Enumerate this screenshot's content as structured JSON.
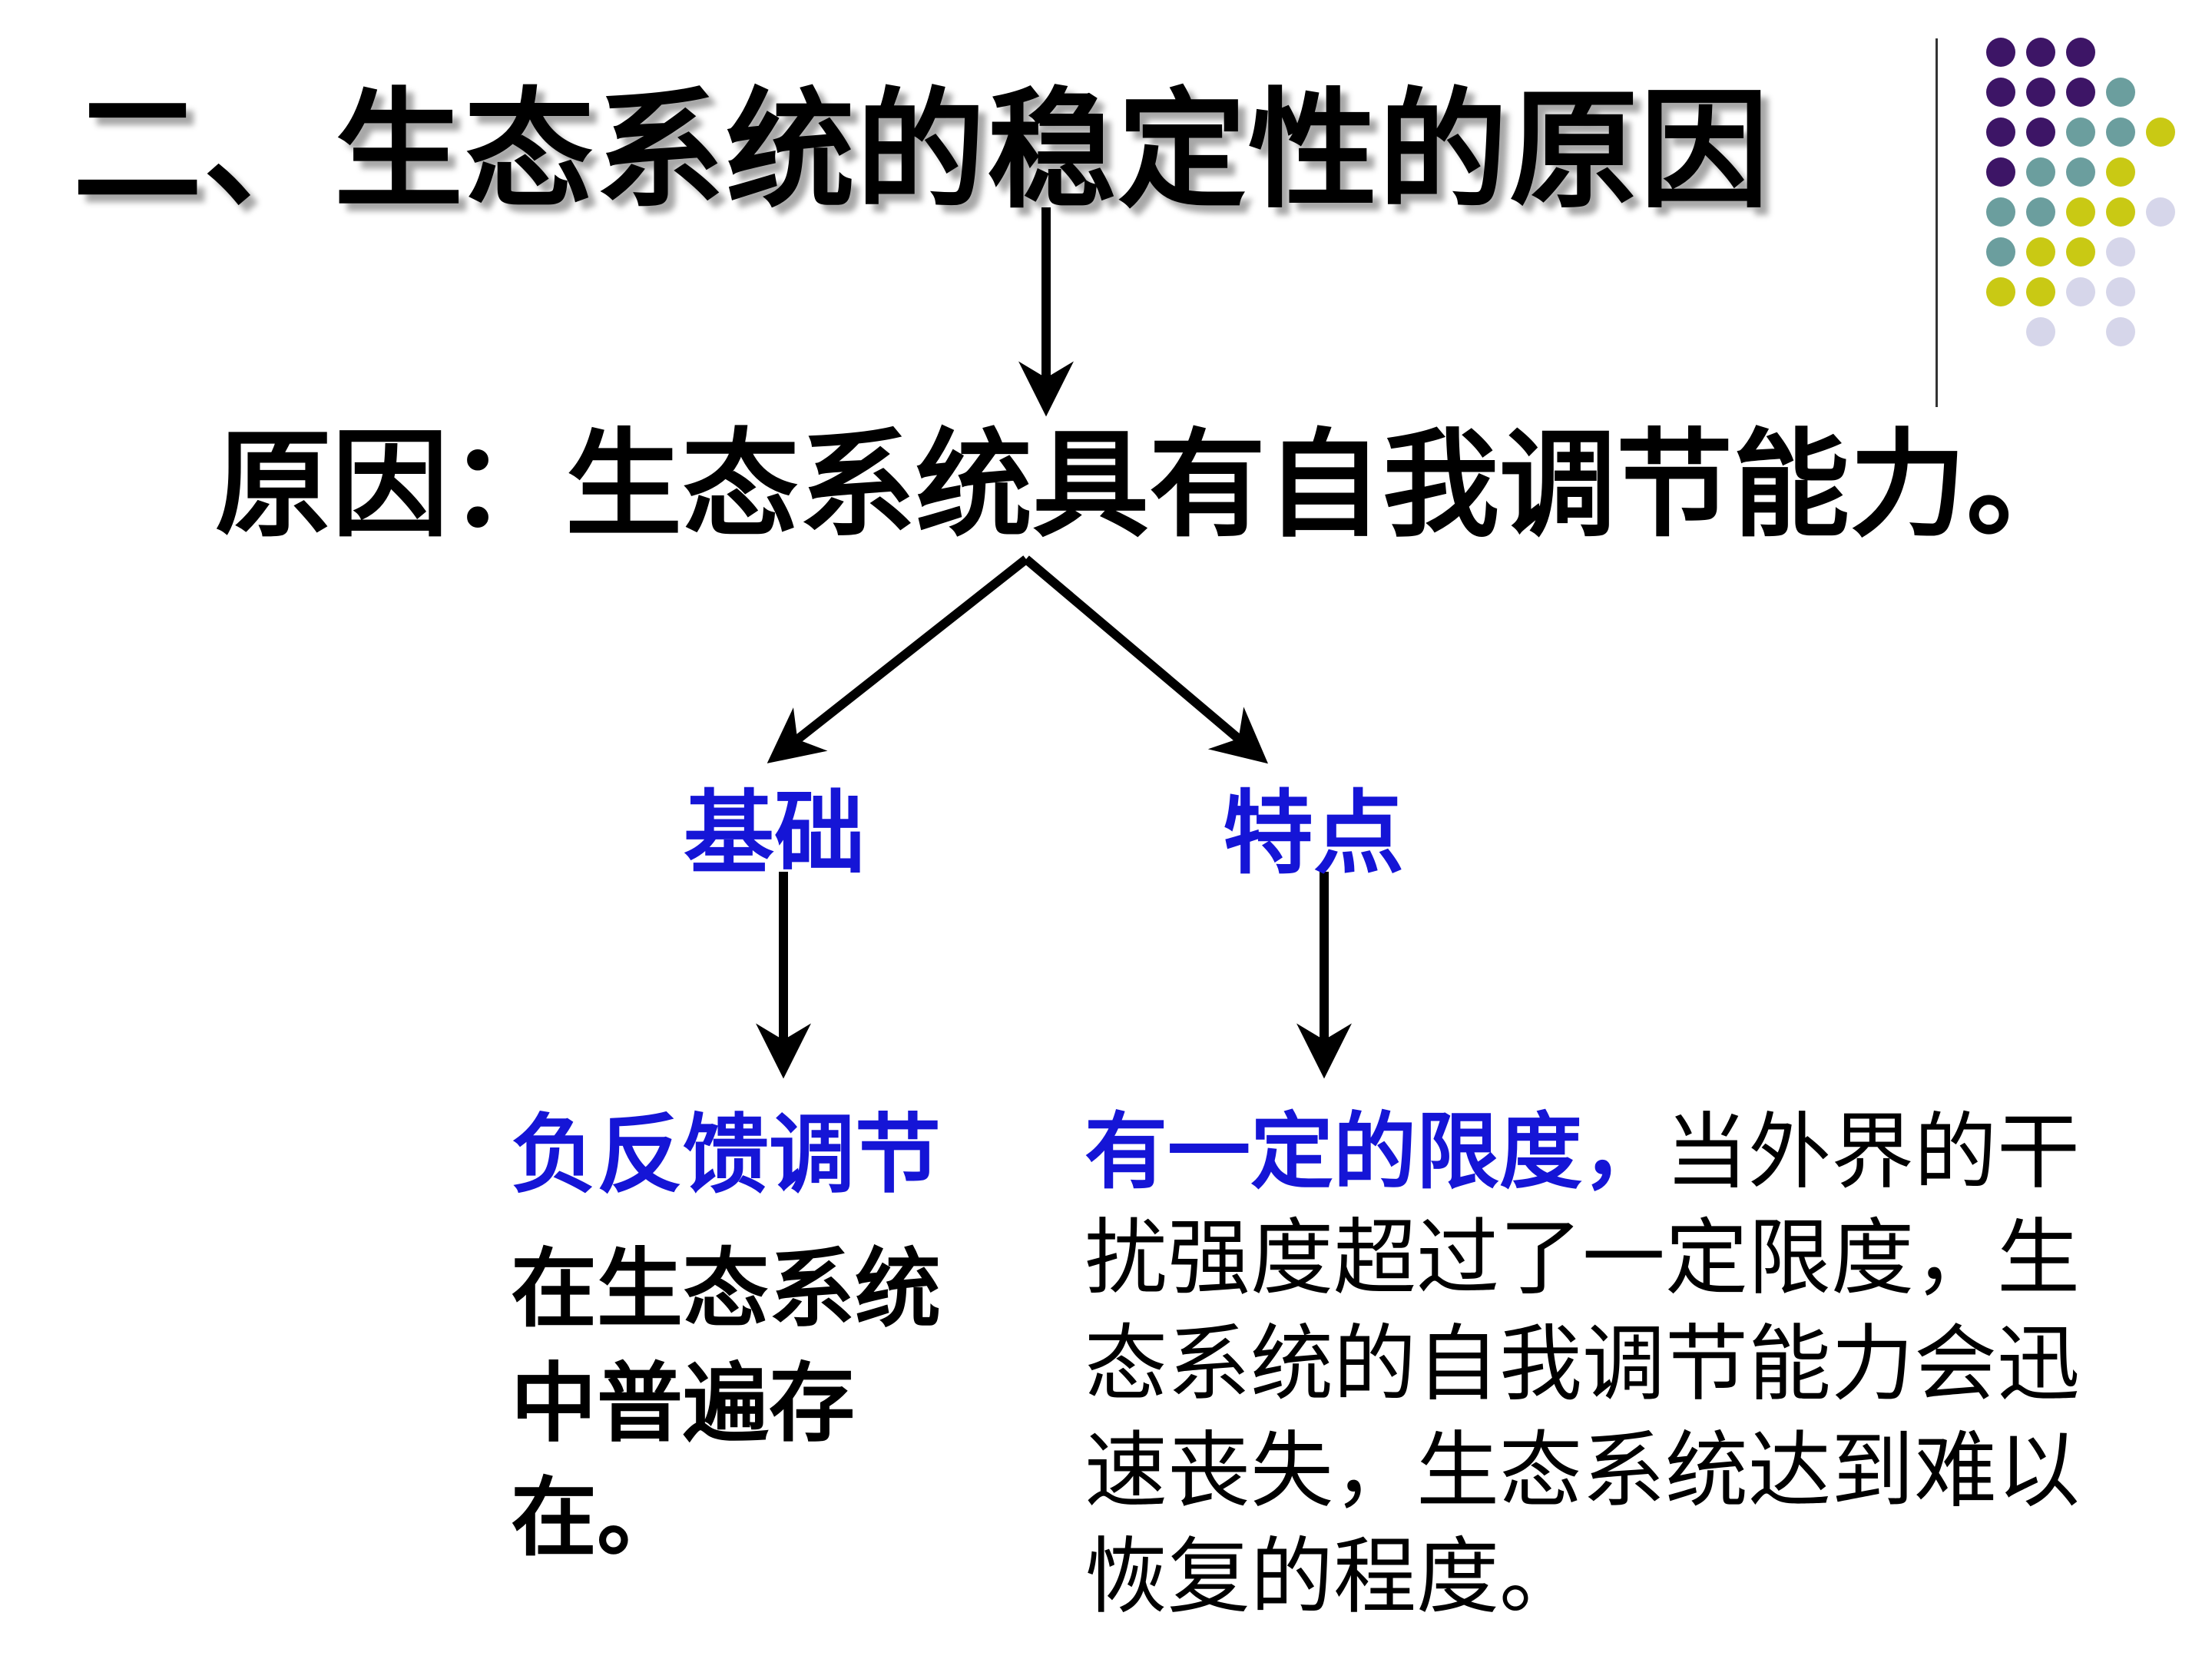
{
  "title": "二、生态系统的稳定性的原因",
  "main_cause": "原因：生态系统具有自我调节能力。",
  "branches": {
    "basis_label": "基础",
    "feature_label": "特点"
  },
  "left_box": {
    "heading": "负反馈调节",
    "description": "在生态系统中普遍存在。"
  },
  "right_box": {
    "highlight": "有一定的限度，",
    "description": "当外界的干扰强度超过了一定限度，生态系统的自我调节能力会迅速丧失，生态系统达到难以恢复的程度。"
  },
  "colors": {
    "accent_blue": "#1515d6",
    "dot_purple": "#3d1566",
    "dot_teal": "#6b9e9e",
    "dot_yellow": "#c9c914",
    "dot_lavender": "#d6d6ea"
  }
}
